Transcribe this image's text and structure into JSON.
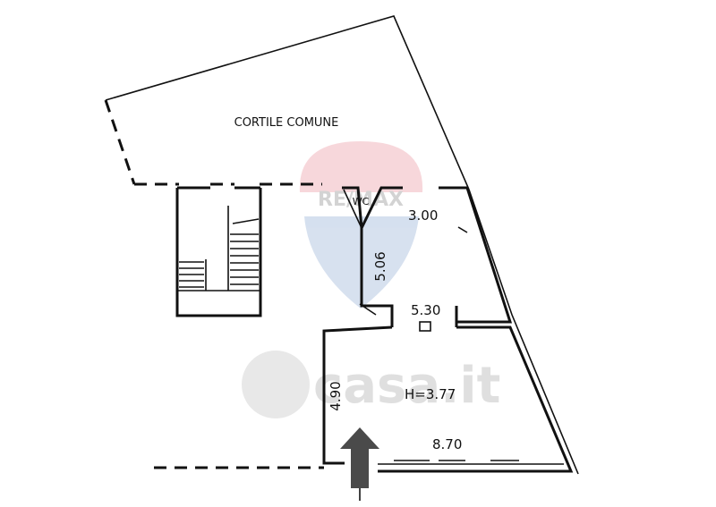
{
  "plan": {
    "courtyard_label": "CORTILE COMUNE",
    "wc_label": "WC",
    "dimensions": {
      "room_top_width": "3.00",
      "room_top_height": "5.06",
      "room_top_lower_width": "5.30",
      "main_room_height": "4.90",
      "main_room_width": "8.70"
    },
    "ceiling_height": "H=3.77",
    "entrance_icon": "entrance-arrow-icon"
  },
  "watermarks": {
    "remax_text": "RE/MAX",
    "casa_text": "casa.it"
  },
  "colors": {
    "remax_red": "#d8283c",
    "remax_blue": "#1f5aa8",
    "arrow": "#4a4a4a"
  }
}
